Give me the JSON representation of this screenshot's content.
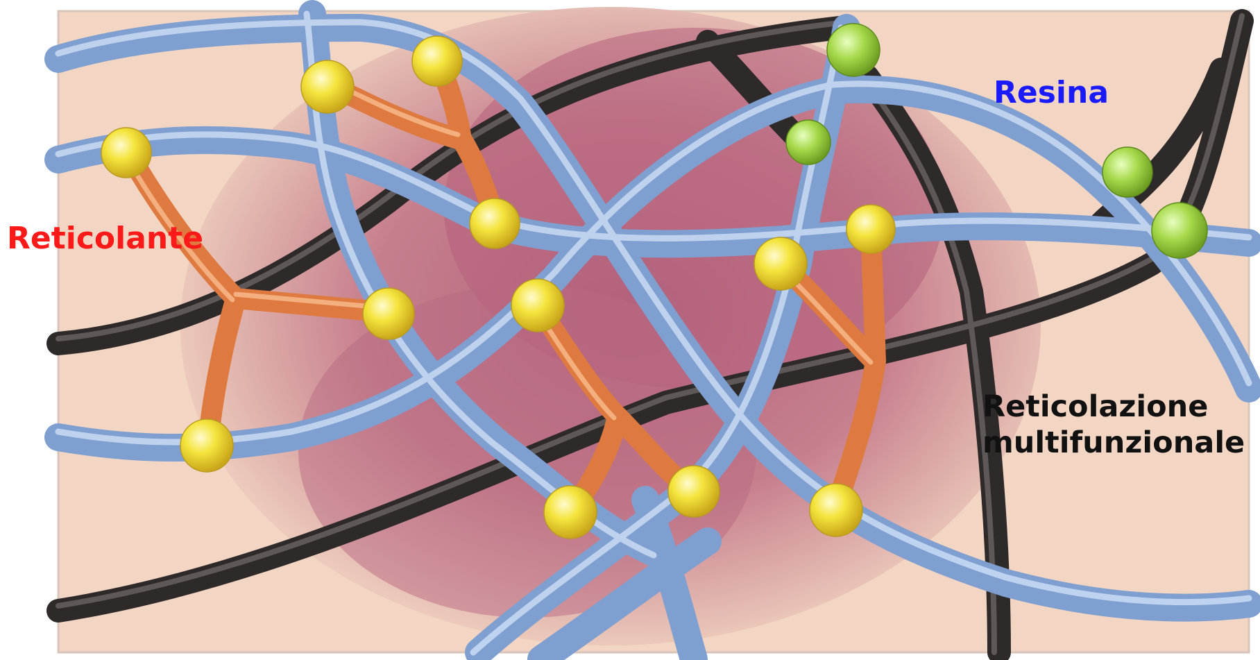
{
  "labels": {
    "crosslinker": "Reticolante",
    "resin": "Resina",
    "multifunctional_line1": "Reticolazione",
    "multifunctional_line2": "multifunzionale"
  },
  "colors": {
    "crosslinker_label": "#ff1a1a",
    "resin_label": "#1a1aff",
    "multifunctional_label": "#111111",
    "background_light": "#f3d6c4",
    "background_dark": "#b8627a",
    "resin_strand": "#8fb0dc",
    "dark_strand": "#3a3636",
    "crosslinker_bond": "#e5844a",
    "node_yellow": "#f2e23a",
    "node_green": "#a8d84a"
  }
}
